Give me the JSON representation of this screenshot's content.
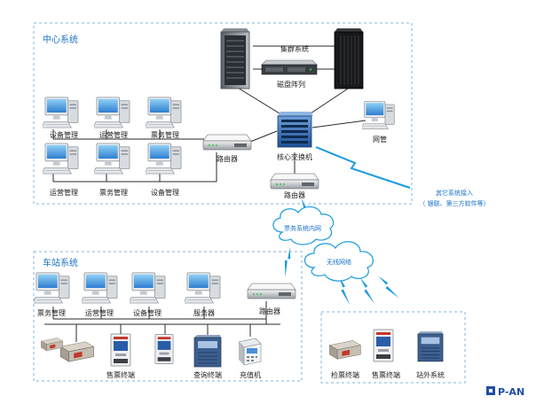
{
  "sections": {
    "center": "中心系统",
    "station": "车站系统"
  },
  "center": {
    "cluster_label": "集群系统",
    "disk_array_label": "磁盘阵列",
    "core_switch_label": "核心交换机",
    "router_label": "路由器",
    "router2_label": "路由器",
    "netmgmt_label": "网管",
    "pcs_top": [
      "设备管理",
      "运营管理",
      "票务管理"
    ],
    "pcs_bottom": [
      "运营管理",
      "票务管理",
      "设备管理"
    ]
  },
  "external": {
    "line1": "其它系统接入",
    "line2": "（ 银联、第三方软件等）"
  },
  "clouds": {
    "ticket_net": "票务系统内网",
    "wireless": "无线网络"
  },
  "station": {
    "pcs": [
      "票务管理",
      "运营管理",
      "设备管理",
      "服务器"
    ],
    "router_label": "路由器",
    "devices": [
      "售票终端",
      "查询终端",
      "充值机"
    ]
  },
  "field": {
    "devices": [
      "检票终端",
      "售票终端",
      "站外系统"
    ]
  },
  "brand": {
    "name": "P-AN",
    "accent": "#1f4fa3"
  },
  "colors": {
    "dash": "#7fb6e0",
    "link": "#2a2a2a",
    "bolt": "#1a9be0"
  }
}
